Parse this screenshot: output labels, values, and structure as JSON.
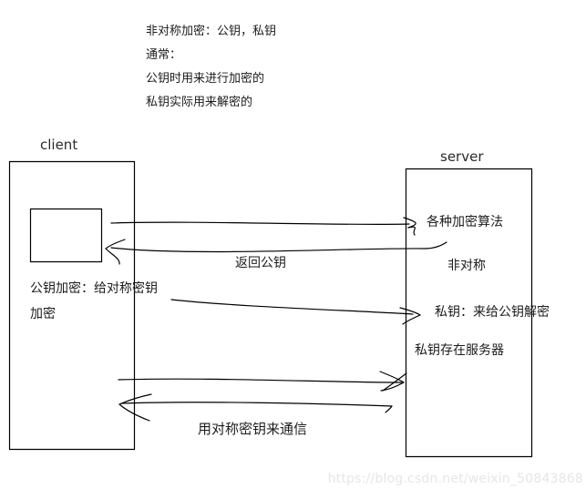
{
  "intro_notes": {
    "line1": "非对称加密：公钥，私钥",
    "line2": "通常：",
    "line3": "公钥时用来进行加密的",
    "line4": "私钥实际用来解密的"
  },
  "client": {
    "title": "client",
    "note_line1": "公钥加密：给对称密钥",
    "note_line2": "加密"
  },
  "server": {
    "title": "server",
    "algorithms_label": "各种加密算法",
    "asymmetric_label": "非对称",
    "private_key_label": "私钥：来给公钥解密",
    "private_key_location_label": "私钥存在服务器"
  },
  "flows": {
    "return_public_key_label": "返回公钥",
    "symmetric_comm_label": "用对称密钥来通信"
  },
  "watermark": {
    "text": "https://blog.csdn.net/weixin_50843868"
  },
  "colors": {
    "stroke": "#000000",
    "text": "#1f1f1f",
    "watermark": "#e6e6e6",
    "background": "#ffffff"
  }
}
